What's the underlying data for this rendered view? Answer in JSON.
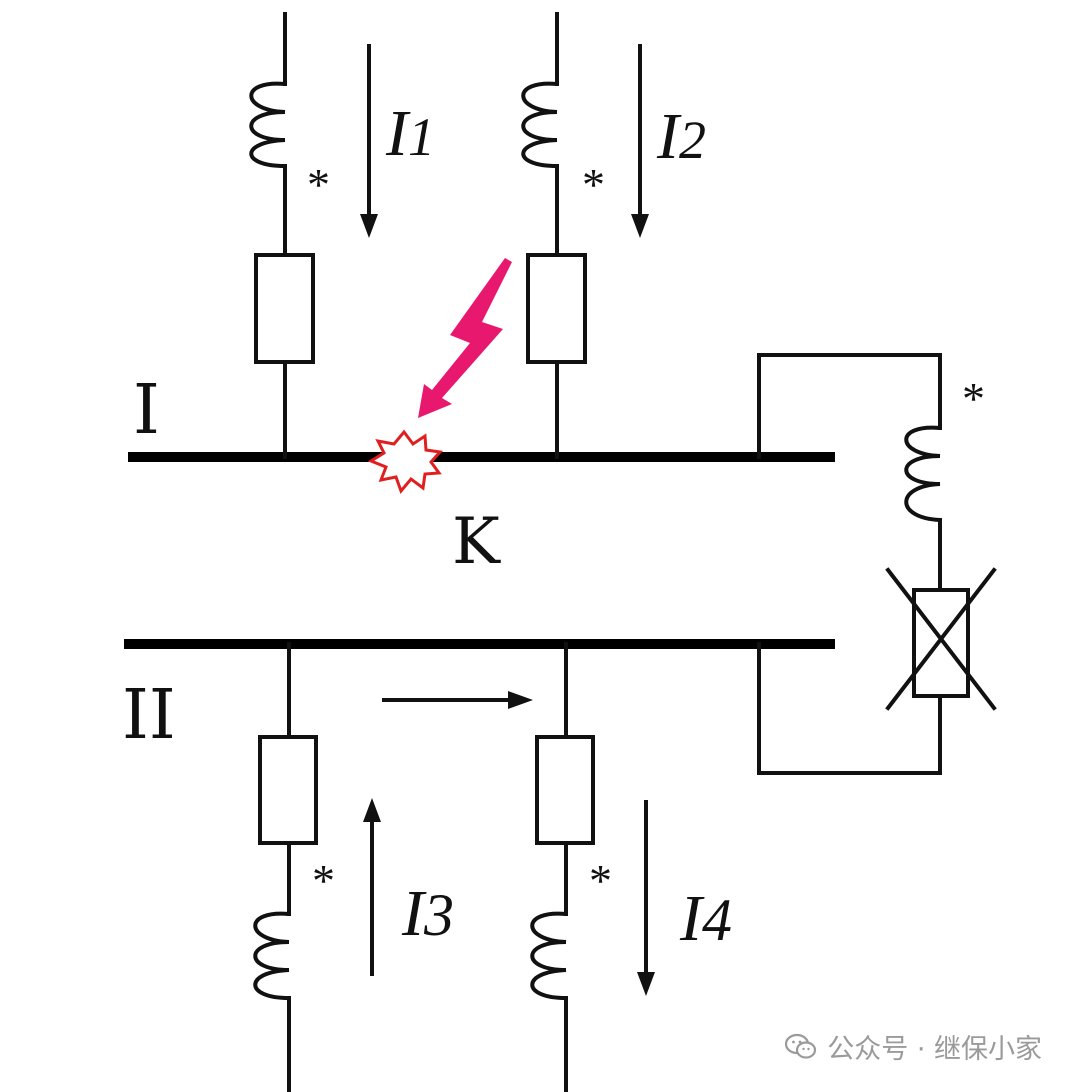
{
  "labels": {
    "bus_1": "I",
    "bus_2": "II",
    "fault_point": "K",
    "polarity_mark": "*"
  },
  "currents": [
    {
      "symbol": "I",
      "subscript": "1"
    },
    {
      "symbol": "I",
      "subscript": "2"
    },
    {
      "symbol": "I",
      "subscript": "3"
    },
    {
      "symbol": "I",
      "subscript": "4"
    }
  ],
  "colors": {
    "line": "#111111",
    "fault_arrow": "#e8186f",
    "fault_burst": "#e02020",
    "watermark": "#9a9a9a"
  },
  "watermark": {
    "text": "公众号 · 继保小家",
    "icon": "wechat-icon"
  }
}
